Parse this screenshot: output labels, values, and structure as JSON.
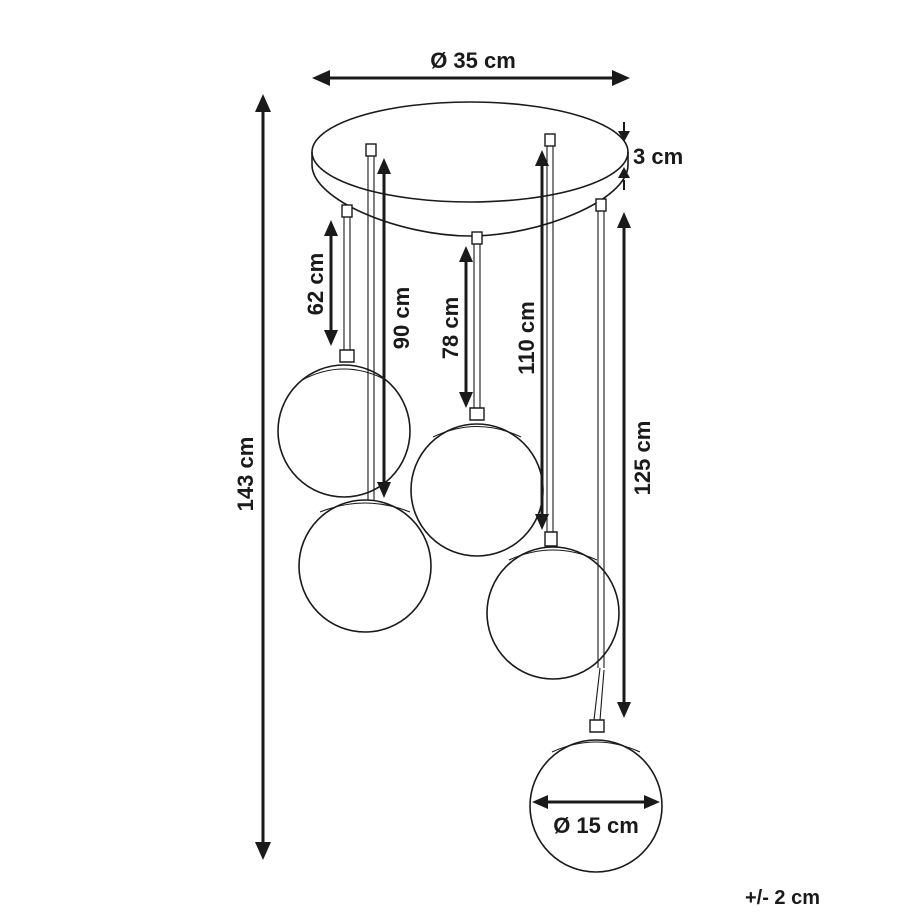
{
  "dimensions": {
    "canopy_diameter": "Ø 35 cm",
    "canopy_height": "3 cm",
    "overall_height": "143 cm",
    "cable_1": "62 cm",
    "cable_2": "90 cm",
    "cable_3": "78 cm",
    "cable_4": "110 cm",
    "cable_5": "125 cm",
    "globe_diameter": "Ø 15 cm"
  },
  "tolerance": "+/- 2 cm"
}
